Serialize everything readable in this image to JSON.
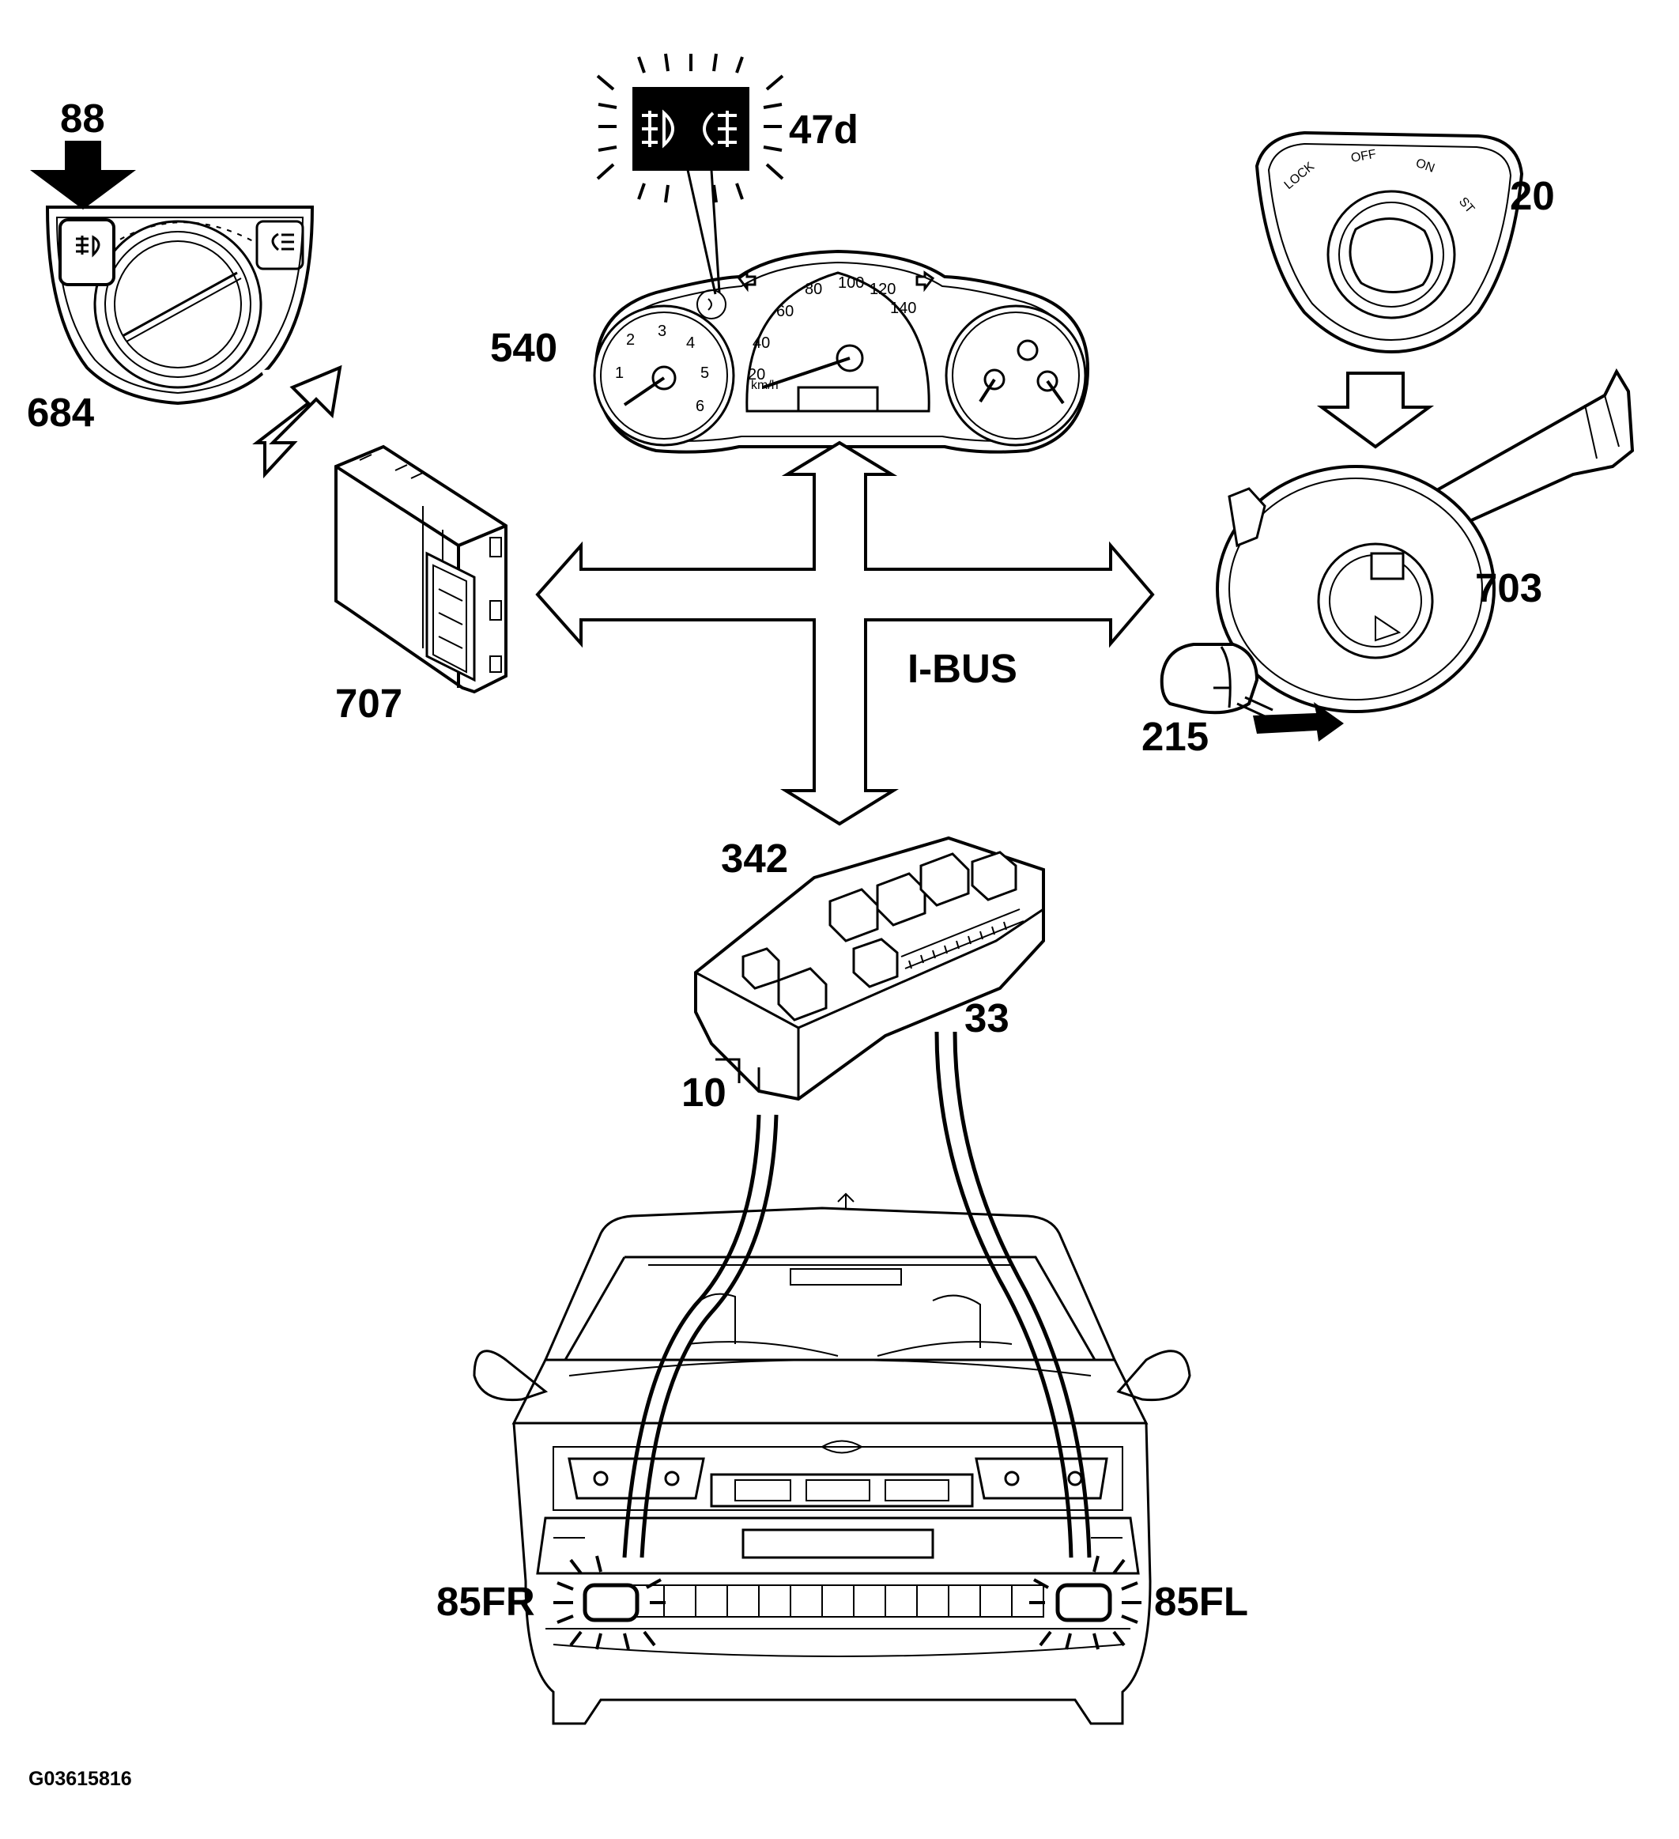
{
  "labels": {
    "c88": "88",
    "c684": "684",
    "c47d": "47d",
    "c540": "540",
    "c20": "20",
    "c707": "707",
    "c703": "703",
    "c215": "215",
    "ibus": "I-BUS",
    "c342": "342",
    "c10": "10",
    "c33": "33",
    "c85fr": "85FR",
    "c85fl": "85FL"
  },
  "figure_id": "G03615816",
  "gauges": {
    "tach_ticks": [
      "1",
      "2",
      "3",
      "4",
      "5",
      "6"
    ],
    "speed_ticks": [
      "20",
      "40",
      "60",
      "80",
      "100",
      "120",
      "140"
    ],
    "speed_unit": "km/h"
  },
  "ignition_positions": [
    "LOCK",
    "OFF",
    "ON",
    "ST"
  ]
}
